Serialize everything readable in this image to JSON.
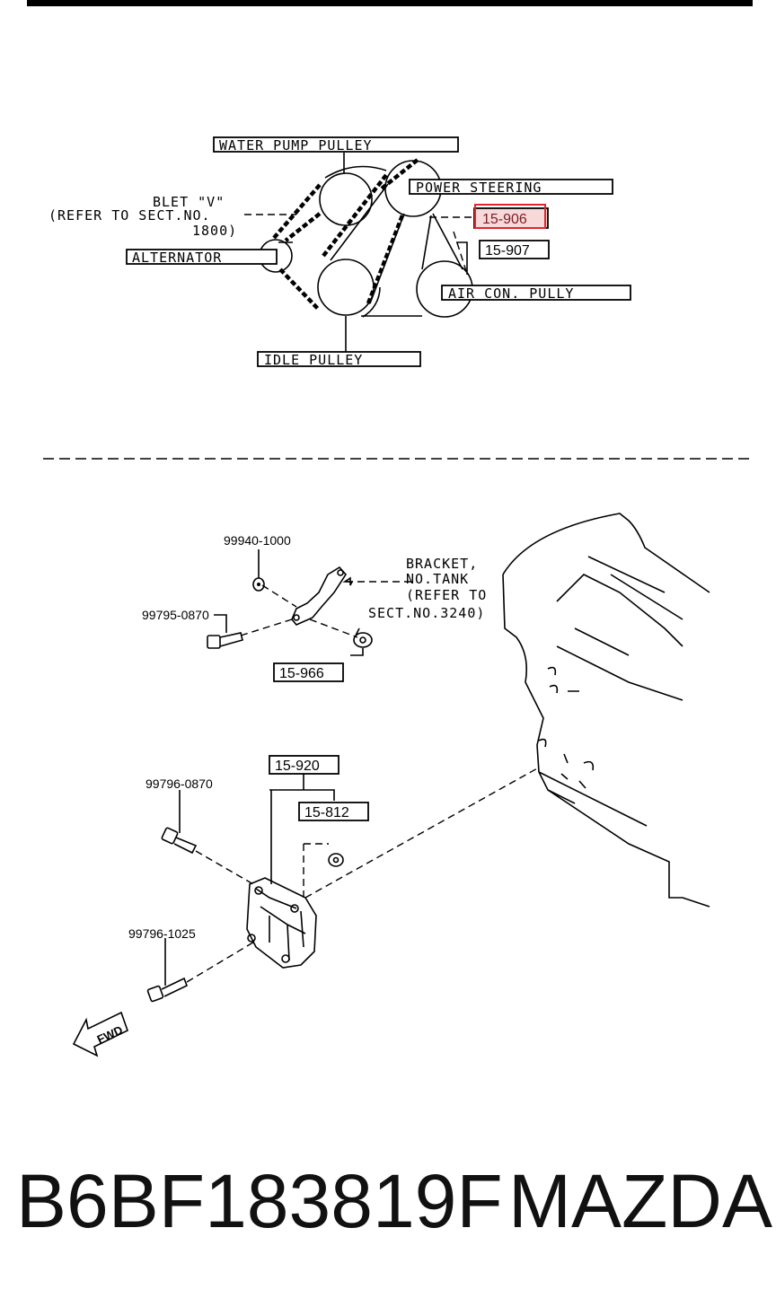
{
  "belt_section": {
    "water_pump": "WATER PUMP PULLEY",
    "power_steering": "POWER STEERING",
    "belt_note_1": "BLET \"V\"",
    "belt_note_2": "(REFER TO SECT.NO.",
    "belt_note_3": "1800)",
    "alternator": "ALTERNATOR",
    "idle_pulley": "IDLE PULLEY",
    "air_con": "AIR CON. PULLY",
    "ref_highlighted": "15-906",
    "ref_907": "15-907",
    "highlight_color": "#e0272e"
  },
  "mount_section": {
    "part_99940": "99940-1000",
    "bracket_1": "BRACKET,",
    "bracket_2": "NO.TANK",
    "bracket_3": "(REFER TO",
    "bracket_4": "SECT.NO.3240)",
    "part_99795": "99795-0870",
    "ref_966": "15-966",
    "ref_920": "15-920",
    "part_99796_0870": "99796-0870",
    "ref_812": "15-812",
    "part_99796_1025": "99796-1025",
    "fwd": "FWD"
  },
  "footer": {
    "part_number": "B6BF183819F",
    "brand": "MAZDA"
  }
}
